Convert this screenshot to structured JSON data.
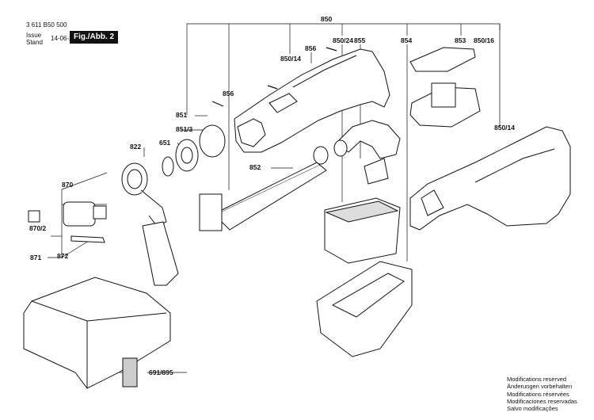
{
  "header": {
    "doc_number": "3 611 B50 500",
    "issue_label": "Issue",
    "stand_label": "Stand",
    "issue_date": "14-06-23",
    "figure_label": "Fig./Abb. 2"
  },
  "notes": [
    "Modifications reserved",
    "Änderungen vorbehalten",
    "Modifications réservées",
    "Modificaciones reservadas",
    "Salvo modificações"
  ],
  "parts": {
    "p850": "850",
    "p850_14_left": "850/14",
    "p856_top": "856",
    "p850_24": "850/24",
    "p855": "855",
    "p854": "854",
    "p853": "853",
    "p850_16": "850/16",
    "p856_side": "856",
    "p851": "851",
    "p851_3": "851/3",
    "p651": "651",
    "p822": "822",
    "p852": "852",
    "p850_14_right": "850/14",
    "p870": "870",
    "p870_2": "870/2",
    "p871": "871",
    "p872": "872",
    "p691_895": "691/895"
  }
}
